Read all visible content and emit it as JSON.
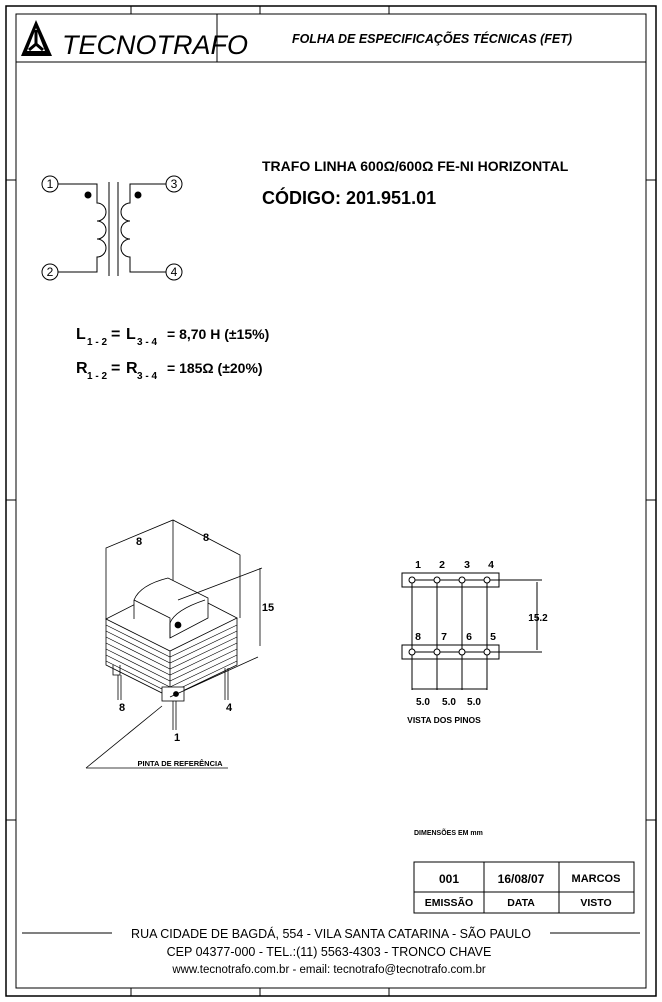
{
  "header": {
    "logo_text": "TECNOTRAFO",
    "doc_title": "FOLHA DE ESPECIFICAÇÕES TÉCNICAS (FET)"
  },
  "product": {
    "description": "TRAFO LINHA 600Ω/600Ω  FE-NI HORIZONTAL",
    "code": "CÓDIGO: 201.951.01"
  },
  "schematic": {
    "pins": [
      "1",
      "2",
      "3",
      "4"
    ]
  },
  "specs": {
    "inductance": {
      "left": "L",
      "left_sub": "1 - 2",
      "right": "L",
      "right_sub": "3 - 4",
      "value": "= 8,70 H (±15%)"
    },
    "resistance": {
      "left": "R",
      "left_sub": "1 - 2",
      "right": "R",
      "right_sub": "3 - 4",
      "value": "= 185Ω (±20%)"
    }
  },
  "iso_drawing": {
    "dim_width_a": "8",
    "dim_width_b": "8",
    "dim_height": "15",
    "pin_labels": [
      "8",
      "4",
      "1"
    ],
    "reference_label": "PINTA DE REFERÊNCIA"
  },
  "pin_view": {
    "top_pins": [
      "1",
      "2",
      "3",
      "4"
    ],
    "bottom_pins": [
      "8",
      "7",
      "6",
      "5"
    ],
    "row_spacing": "15.2",
    "pitch": [
      "5.0",
      "5.0",
      "5.0"
    ],
    "caption": "VISTA DOS PINOS"
  },
  "units_note": "DIMENSÕES EM mm",
  "revision_table": {
    "emissao": "001",
    "data": "16/08/07",
    "visto": "MARCOS",
    "headers": [
      "EMISSÃO",
      "DATA",
      "VISTO"
    ]
  },
  "footer": {
    "address": "RUA CIDADE DE BAGDÁ, 554 - VILA SANTA CATARINA - SÃO PAULO",
    "contact": "CEP 04377-000 - TEL.:(11) 5563-4303 - TRONCO CHAVE",
    "web": "www.tecnotrafo.com.br - email: tecnotrafo@tecnotrafo.com.br"
  }
}
